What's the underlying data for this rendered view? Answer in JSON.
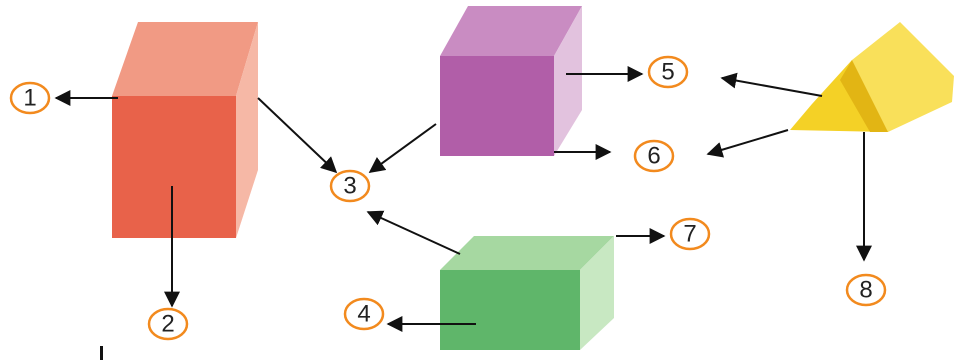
{
  "colors": {
    "arrow": "#111111",
    "label_ring": "#f28a1e",
    "label_fill": "#ffffff",
    "red_front": "#e8624a",
    "red_top": "#f19a84",
    "red_side": "#f6b8a6",
    "purple_front": "#b15ea8",
    "purple_top": "#c98cc2",
    "purple_side": "#e2c2de",
    "green_front": "#5fb66a",
    "green_top": "#a6d8a1",
    "green_side": "#c8e8c2",
    "yellow_face": "#f4d126",
    "yellow_side": "#f9e05a",
    "yellow_shade": "#e2b514"
  },
  "labels": {
    "l1": "1",
    "l2": "2",
    "l3": "3",
    "l4": "4",
    "l5": "5",
    "l6": "6",
    "l7": "7",
    "l8": "8"
  }
}
